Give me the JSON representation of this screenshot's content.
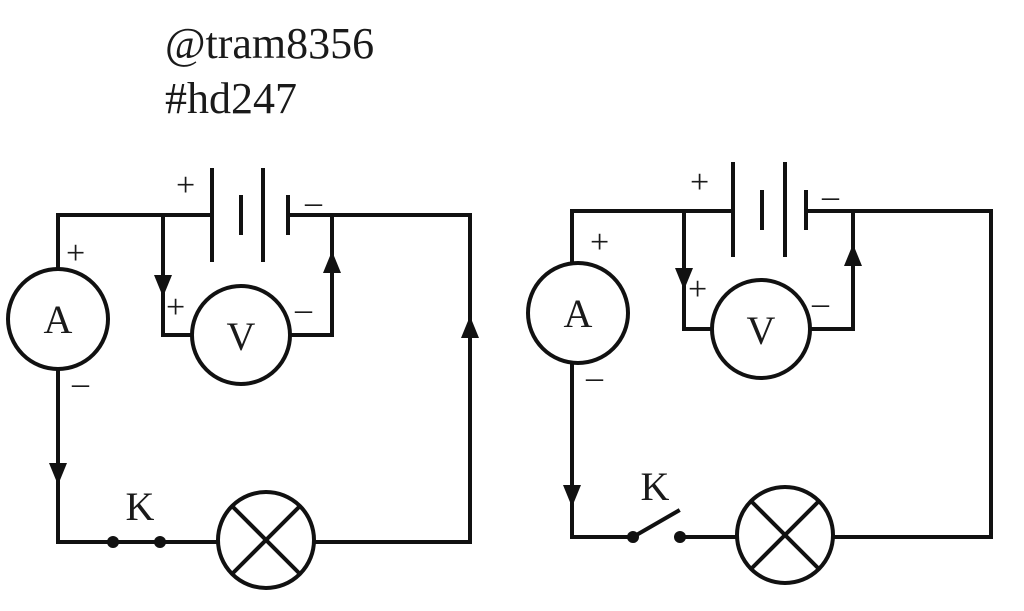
{
  "header": {
    "handle": "@tram8356",
    "tag": "#hd247"
  },
  "circuits": [
    {
      "id": "closed-switch",
      "ammeter": {
        "letter": "A",
        "plus": "+",
        "minus": "–"
      },
      "voltmeter": {
        "letter": "V",
        "plus": "+",
        "minus": "–"
      },
      "battery": {
        "plus": "+",
        "minus": "–"
      },
      "switch": {
        "label": "K",
        "state": "closed"
      },
      "lamp": {
        "symbol": "crossed-circle"
      }
    },
    {
      "id": "open-switch",
      "ammeter": {
        "letter": "A",
        "plus": "+",
        "minus": "–"
      },
      "voltmeter": {
        "letter": "V",
        "plus": "+",
        "minus": "–"
      },
      "battery": {
        "plus": "+",
        "minus": "–"
      },
      "switch": {
        "label": "K",
        "state": "open"
      },
      "lamp": {
        "symbol": "crossed-circle"
      }
    }
  ],
  "colors": {
    "ink": "#111111",
    "background": "#ffffff"
  }
}
